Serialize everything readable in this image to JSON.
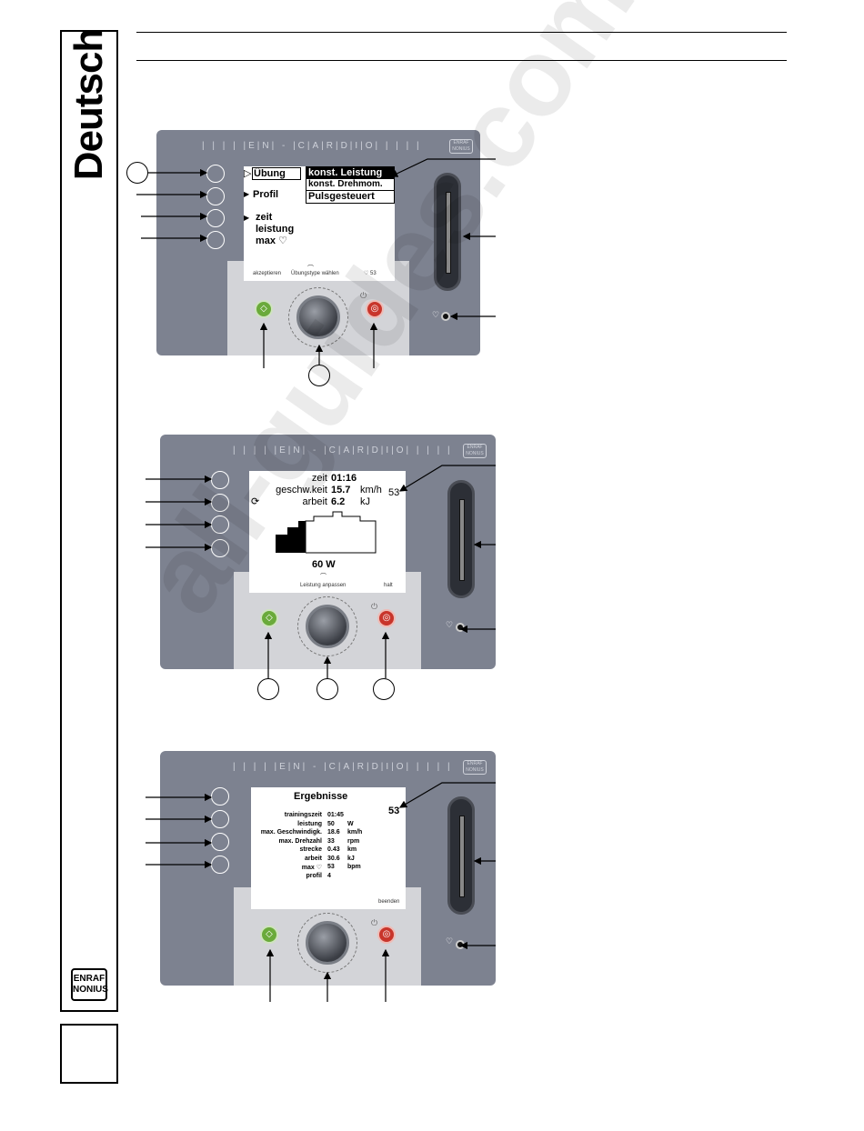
{
  "language_tab": "Deutsch",
  "brand_logo": {
    "line1": "ENRAF",
    "line2": "NONIUS"
  },
  "device_brand": "| | | | |E|N| - |C|A|R|D|I|O| | | | |",
  "panel1": {
    "menu": {
      "uebung": "Übung",
      "profil": "Profil",
      "zeit": "zeit",
      "leistung": "leistung",
      "max": "max ♡"
    },
    "options": [
      "konst. Leistung",
      "konst. Drehmom.",
      "Pulsgesteuert"
    ],
    "footer": {
      "left": "akzeptieren",
      "center": "Übungstype wählen",
      "right": "53"
    }
  },
  "panel2": {
    "rows": [
      {
        "label": "zeit",
        "value": "01:16",
        "unit": ""
      },
      {
        "label": "geschw.keit",
        "value": "15.7",
        "unit": "km/h"
      },
      {
        "label": "arbeit",
        "value": "6.2",
        "unit": "kJ"
      }
    ],
    "heart_rate": "53",
    "power": "60 W",
    "footer": {
      "center": "Leistung anpassen",
      "right": "halt"
    }
  },
  "panel3": {
    "title": "Ergebnisse",
    "heart_rate": "53",
    "rows": [
      {
        "label": "trainingszeit",
        "value": "01:45",
        "unit": ""
      },
      {
        "label": "leistung",
        "value": "50",
        "unit": "W"
      },
      {
        "label": "max. Geschwindigk.",
        "value": "18.6",
        "unit": "km/h"
      },
      {
        "label": "max. Drehzahl",
        "value": "33",
        "unit": "rpm"
      },
      {
        "label": "strecke",
        "value": "0.43",
        "unit": "km"
      },
      {
        "label": "arbeit",
        "value": "30.6",
        "unit": "kJ"
      },
      {
        "label": "max ♡",
        "value": "53",
        "unit": "bpm"
      },
      {
        "label": "profil",
        "value": "4",
        "unit": ""
      }
    ],
    "footer": {
      "right": "beenden"
    }
  },
  "watermark": "all-guides.com"
}
